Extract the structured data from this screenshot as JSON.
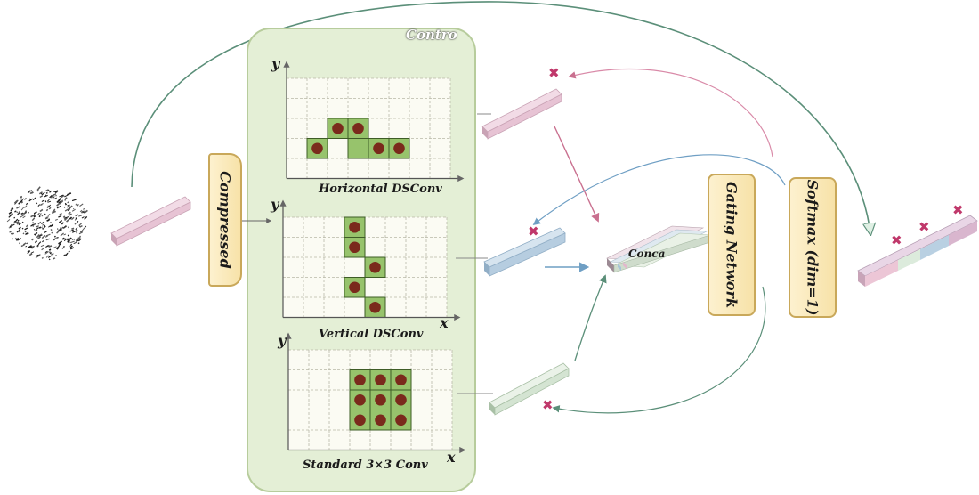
{
  "labels": {
    "control_title": "Contro",
    "compressed": "Compressed",
    "horizontal": "Horizontal DSConv",
    "vertical": "Vertical DSConv",
    "standard": "Standard 3×3 Conv",
    "concat": "Conca",
    "gating": "Gating Network",
    "softmax": "Softmax (dim=1)",
    "axis_x": "x",
    "axis_y": "y",
    "mask_symbol": "✖"
  },
  "colors": {
    "panel_bg": "#e4efd6",
    "panel_border": "#b7cc9c",
    "cell_active": "#97c36c",
    "cell_fill": "#fbfbf3",
    "dot": "#7a2a1c",
    "pink_bar": "#e7c3d4",
    "blue_bar": "#b6cde0",
    "green_bar": "#d4e4d2",
    "mask_x": "#c0386b",
    "arrow_teal": "#5b8f79",
    "arrow_pink": "#d98aa8",
    "arrow_blue": "#6f9fc4"
  },
  "icons": [
    "pattern-image",
    "mask-x-icon"
  ],
  "grids": {
    "cols": 8,
    "rows": 5,
    "horizontal_active": [
      [
        1,
        3
      ],
      [
        2,
        2
      ],
      [
        3,
        2
      ],
      [
        3,
        3
      ],
      [
        4,
        3
      ],
      [
        5,
        3
      ]
    ],
    "horizontal_dots": [
      [
        1,
        3
      ],
      [
        2,
        2
      ],
      [
        3,
        2
      ],
      [
        4,
        3
      ],
      [
        5,
        3
      ]
    ],
    "vertical_active": [
      [
        3,
        0
      ],
      [
        3,
        1
      ],
      [
        4,
        2
      ],
      [
        3,
        3
      ],
      [
        4,
        4
      ]
    ],
    "vertical_dots": [
      [
        3,
        0
      ],
      [
        3,
        1
      ],
      [
        4,
        2
      ],
      [
        3,
        3
      ],
      [
        4,
        4
      ]
    ],
    "standard_active": [
      [
        3,
        1
      ],
      [
        4,
        1
      ],
      [
        5,
        1
      ],
      [
        3,
        2
      ],
      [
        4,
        2
      ],
      [
        5,
        2
      ],
      [
        3,
        3
      ],
      [
        4,
        3
      ],
      [
        5,
        3
      ]
    ],
    "standard_dots": [
      [
        3,
        1
      ],
      [
        4,
        1
      ],
      [
        5,
        1
      ],
      [
        3,
        2
      ],
      [
        4,
        2
      ],
      [
        5,
        2
      ],
      [
        3,
        3
      ],
      [
        4,
        3
      ],
      [
        5,
        3
      ]
    ]
  }
}
